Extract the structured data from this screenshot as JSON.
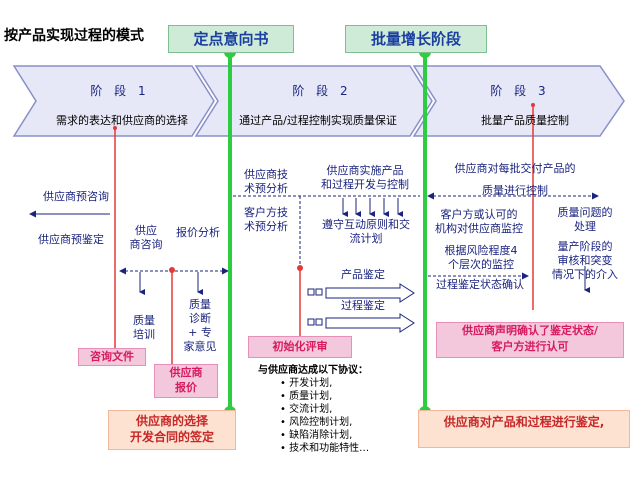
{
  "title": "按产品实现过程的模式",
  "milestones": {
    "left": "定点意向书",
    "right": "批量增长阶段"
  },
  "phases": [
    {
      "name": "阶 段 1",
      "desc": "需求的表达和供应商的选择"
    },
    {
      "name": "阶 段 2",
      "desc": "通过产品/过程控制实现质量保证"
    },
    {
      "name": "阶 段 3",
      "desc": "批量产品质量控制"
    }
  ],
  "stage1": {
    "supplier_inquiry": "供应商预咨询",
    "supplier_precert": "供应商预鉴定",
    "supplier_consult_1": "供应",
    "supplier_consult_2": "商咨询",
    "quote_analysis": "报价分析",
    "quality_training_1": "质量",
    "quality_training_2": "培训",
    "quality_diag_1": "质量",
    "quality_diag_2": "诊断",
    "quality_diag_3": "+ 专",
    "quality_diag_4": "家意见",
    "consult_doc": "咨询文件",
    "supplier_quote_1": "供应商",
    "supplier_quote_2": "报价"
  },
  "stage2": {
    "supplier_tech_1": "供应商技",
    "supplier_tech_2": "术预分析",
    "customer_tech_1": "客户方技",
    "customer_tech_2": "术预分析",
    "supplier_impl_1": "供应商实施产品",
    "supplier_impl_2": "和过程开发与控制",
    "mutual_1": "遵守互动原则和交",
    "mutual_2": "流计划",
    "product_cert": "产品鉴定",
    "process_cert": "过程鉴定",
    "initial_review": "初始化评审",
    "agreement_title": "与供应商达成以下协议：",
    "agreement_items": [
      "开发计划,",
      "质量计划,",
      "交流计划,",
      "风险控制计划,",
      "缺陷消除计划,",
      "技术和功能特性…"
    ]
  },
  "stage3": {
    "per_batch_1": "供应商对每批交付产品的",
    "per_batch_2": "质量进行控制",
    "customer_recog_1": "客户方或认可的",
    "customer_recog_2": "机构对供应商监控",
    "quality_issue_1": "质量问题的",
    "quality_issue_2": "处理",
    "risk_1": "根据风险程度4",
    "risk_2": "个层次的监控",
    "mass_1": "量产阶段的",
    "mass_2": "审核和突变",
    "mass_3": "情况下的介入",
    "process_status": "过程鉴定状态确认",
    "supplier_declare_1": "供应商声明确认了鉴定状态/",
    "supplier_declare_2": "客户方进行认可"
  },
  "bottom": {
    "left_1": "供应商的选择",
    "left_2": "开发合同的签定",
    "right_1": "供应商对产品和过程进行鉴定,"
  },
  "colors": {
    "chevron_fill": "#e6e8f8",
    "chevron_stroke": "#8890c8",
    "green_line": "#2ecc40",
    "red_line": "#e53935",
    "pink_box": "#f3c8dc",
    "peach_box": "#fde2d2"
  }
}
